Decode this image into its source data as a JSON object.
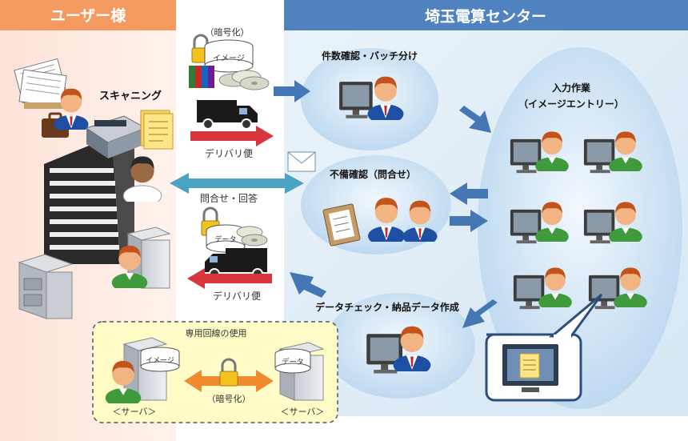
{
  "left_panel": {
    "title": "ユーザー様"
  },
  "right_panel": {
    "title": "埼玉電算センター"
  },
  "labels": {
    "encrypt_top": "（暗号化）",
    "image_disk": "イメージ",
    "scanning": "スキャニング",
    "delivery_top": "デリバリ便",
    "inquiry_answer": "問合せ・回答",
    "data_disk": "データ",
    "delivery_bottom": "デリバリ便",
    "count_check": "件数確認・バッチ分け",
    "defect_check": "不備確認（問合せ）",
    "input_work_1": "入力作業",
    "input_work_2": "（イメージエントリー）",
    "data_check": "データチェック・納品データ作成"
  },
  "dedicated_line": {
    "title": "専用回線の使用",
    "encrypt": "（暗号化）",
    "image_label": "イメージ",
    "data_label": "データ",
    "server_left": "＜サーバ＞",
    "server_right": "＜サーバ＞"
  },
  "colors": {
    "left_bg": "#fde0d6",
    "left_header": "#f39a61",
    "right_bg": "#d7e8f5",
    "right_header": "#4f82be",
    "oval": "#bcd8f1",
    "flow_arrow": "#4577b5",
    "delivery_arrow": "#d9363b",
    "exchange_arrow": "#f08a2c",
    "dashed_box": "#fffcc8"
  }
}
